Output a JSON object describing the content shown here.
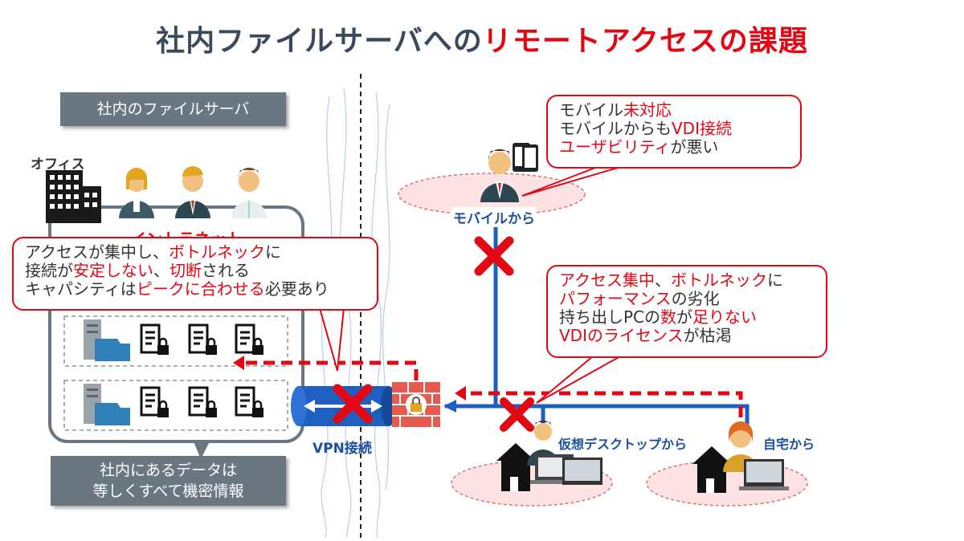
{
  "title": {
    "part1": "社内ファイルサーバへの",
    "part2": "リモートアクセスの課題"
  },
  "server_box_label": "社内のファイルサーバ",
  "office_label": "オフィス",
  "intranet_label": "イントラネット",
  "data_note": {
    "line1": "社内にあるデータは",
    "line2": "等しくすべて機密情報"
  },
  "vpn_label": "VPN接続",
  "mobile_label": "モバイルから",
  "vdi_label": "仮想デスクトップから",
  "home_label": "自宅から",
  "callout_left": {
    "l1a": "アクセスが集中し、",
    "l1b": "ボトルネック",
    "l1c": "に",
    "l2a": "接続が",
    "l2b": "安定しない",
    "l2c": "、",
    "l2d": "切断",
    "l2e": "される",
    "l3a": "キャパシティは",
    "l3b": "ピークに合わせる",
    "l3c": "必要あり"
  },
  "callout_mobile": {
    "l1a": "モバイル",
    "l1b": "未対応",
    "l2a": "モバイルからも",
    "l2b": "VDI接続",
    "l3a": "ユーザビリティ",
    "l3b": "が悪い"
  },
  "callout_vdi": {
    "l1a": "アクセス集中",
    "l1b": "、",
    "l1c": "ボトルネック",
    "l1d": "に",
    "l2a": "パフォーマンス",
    "l2b": "の劣化",
    "l3a": "持ち出しPCの",
    "l3b": "数",
    "l3c": "が",
    "l3d": "足りない",
    "l4a": "VDIのライセンス",
    "l4b": "が枯渇"
  },
  "colors": {
    "red": "#e30613",
    "blue": "#1f5fbf",
    "gray": "#6b7780",
    "title": "#3a4a5a"
  },
  "icons": [
    "building-icon",
    "person-icon",
    "server-icon",
    "locked-document-icon",
    "firewall-icon",
    "lock-icon",
    "cross-icon",
    "house-icon",
    "laptop-icon",
    "smartphone-icon",
    "tablet-icon"
  ]
}
